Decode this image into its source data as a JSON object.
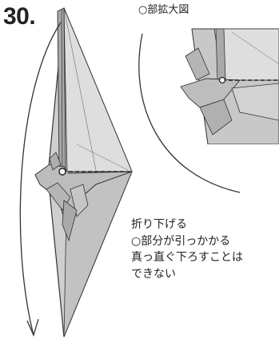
{
  "step": {
    "number": "30."
  },
  "zoom": {
    "label": "○部拡大図"
  },
  "instructions": {
    "lines": [
      "折り下げる",
      "○部分が引っかかる",
      "真っ直ぐ下ろすことは",
      "できない"
    ]
  },
  "colors": {
    "paper_fill": "#c8c8c8",
    "paper_light": "#dadada",
    "paper_dark": "#a8a8a8",
    "line": "#333333",
    "text": "#222222"
  }
}
